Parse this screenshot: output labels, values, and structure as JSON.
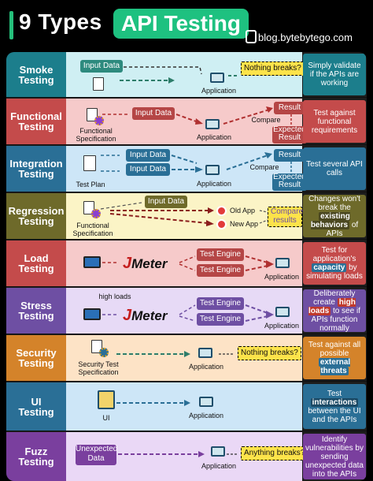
{
  "header": {
    "title_prefix": "9 Types",
    "title_highlight": "API Testing",
    "brand": "blog.bytebytego.com",
    "accent": "#1ec180"
  },
  "rows": [
    {
      "label_line1": "Smoke",
      "label_line2": "Testing",
      "label_color": "#1c7e8c",
      "bg": "#cfeff3",
      "desc_color": "#1c7e8c",
      "input": "Input Data",
      "result": "Nothing breaks?",
      "app": "Application",
      "desc": "Simply validate if the APIs are working"
    },
    {
      "label_line1": "Functional",
      "label_line2": "Testing",
      "label_color": "#c44b4b",
      "bg": "#f6caca",
      "desc_color": "#c44b4b",
      "input": "Input Data",
      "spec": "Functional Specification",
      "app": "Application",
      "compare": "Compare",
      "result": "Result",
      "expected": "Expected Result",
      "desc": "Test against functional requirements"
    },
    {
      "label_line1": "Integration",
      "label_line2": "Testing",
      "label_color": "#2a6f96",
      "bg": "#cde6f7",
      "desc_color": "#2a6f96",
      "input1": "Input Data",
      "input2": "Input Data",
      "plan": "Test Plan",
      "app": "Application",
      "compare": "Compare",
      "result": "Result",
      "expected": "Expected Result",
      "desc": "Test several API calls"
    },
    {
      "label_line1": "Regression",
      "label_line2": "Testing",
      "label_color": "#6e6a2a",
      "bg": "#fbf4c6",
      "desc_color": "#6e6a2a",
      "input": "Input Data",
      "spec": "Functional Specification",
      "old": "Old App",
      "new": "New App",
      "compare": "Compare results",
      "desc_pre": "Changes won't break the",
      "desc_hl": "existing behaviors",
      "desc_post": "of APIs"
    },
    {
      "label_line1": "Load",
      "label_line2": "Testing",
      "label_color": "#c44b4b",
      "bg": "#f6caca",
      "desc_color": "#c44b4b",
      "tool": "JMeter",
      "tool_prefix": "J",
      "tool_rest": "Meter",
      "engine1": "Test Engine",
      "engine2": "Test Engine",
      "app": "Application",
      "desc_pre": "Test for application's",
      "desc_hl": "capacity",
      "desc_post": "by simulating loads"
    },
    {
      "label_line1": "Stress",
      "label_line2": "Testing",
      "label_color": "#6e4fa3",
      "bg": "#e7daf6",
      "desc_color": "#6e4fa3",
      "note": "high loads",
      "tool_prefix": "J",
      "tool_rest": "Meter",
      "engine1": "Test Engine",
      "engine2": "Test Engine",
      "app": "Application",
      "desc_pre": "Deliberately create",
      "desc_hl": "high loads",
      "desc_post": "to see if APIs function normally"
    },
    {
      "label_line1": "Security",
      "label_line2": "Testing",
      "label_color": "#d4832a",
      "bg": "#fde3c6",
      "desc_color": "#d4832a",
      "spec": "Security Test Specification",
      "app": "Application",
      "result": "Nothing breaks?",
      "desc_pre": "Test against all possible",
      "desc_hl": "external threats",
      "desc_post": ""
    },
    {
      "label_line1": "UI",
      "label_line2": "Testing",
      "label_color": "#2a6f96",
      "bg": "#cde6f7",
      "desc_color": "#2a6f96",
      "ui": "UI",
      "app": "Application",
      "desc_pre": "Test",
      "desc_hl": "interactions",
      "desc_post": "between the UI and the APIs"
    },
    {
      "label_line1": "Fuzz",
      "label_line2": "Testing",
      "label_color": "#7a3f9e",
      "bg": "#ead8f6",
      "desc_color": "#7a3f9e",
      "input": "Unexpected Data",
      "app": "Application",
      "result": "Anything breaks?",
      "desc": "Identify vulnerabilities by sending unexpected data into the APIs"
    }
  ]
}
